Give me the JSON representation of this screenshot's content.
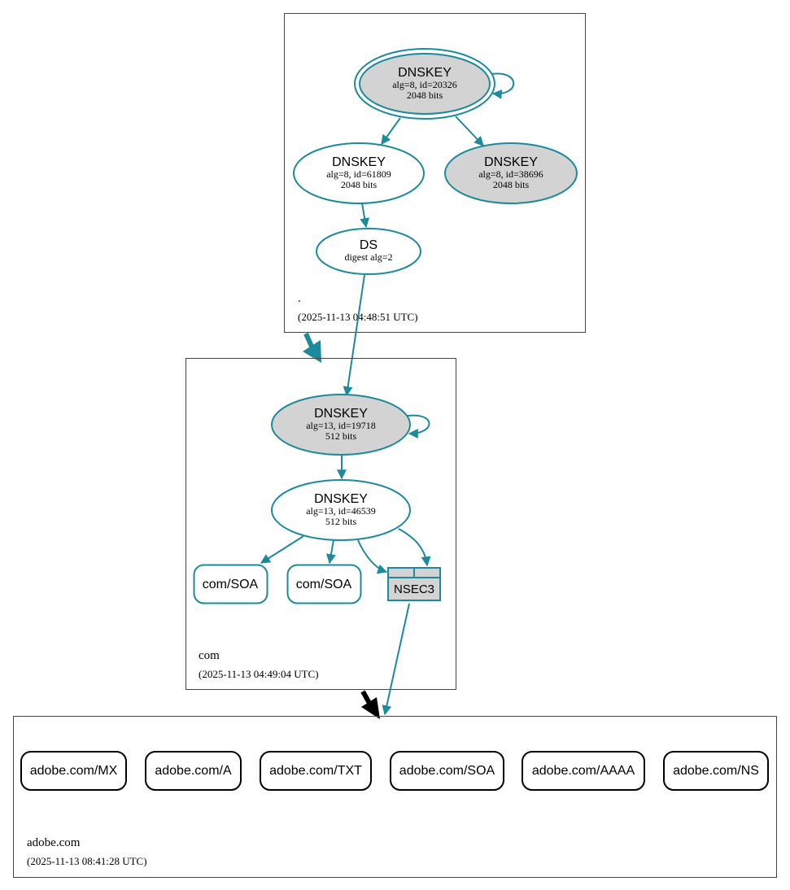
{
  "zones": {
    "root": {
      "name": ".",
      "timestamp": "(2025-11-13 04:48:51 UTC)"
    },
    "com": {
      "name": "com",
      "timestamp": "(2025-11-13 04:49:04 UTC)"
    },
    "adobe": {
      "name": "adobe.com",
      "timestamp": "(2025-11-13 08:41:28 UTC)"
    }
  },
  "nodes": {
    "root_ksk": {
      "title": "DNSKEY",
      "line1": "alg=8, id=20326",
      "line2": "2048 bits"
    },
    "root_zsk": {
      "title": "DNSKEY",
      "line1": "alg=8, id=61809",
      "line2": "2048 bits"
    },
    "root_key3": {
      "title": "DNSKEY",
      "line1": "alg=8, id=38696",
      "line2": "2048 bits"
    },
    "ds": {
      "title": "DS",
      "line1": "digest alg=2"
    },
    "com_ksk": {
      "title": "DNSKEY",
      "line1": "alg=13, id=19718",
      "line2": "512 bits"
    },
    "com_zsk": {
      "title": "DNSKEY",
      "line1": "alg=13, id=46539",
      "line2": "512 bits"
    },
    "com_soa1": {
      "label": "com/SOA"
    },
    "com_soa2": {
      "label": "com/SOA"
    },
    "nsec3": {
      "label": "NSEC3"
    }
  },
  "records": [
    {
      "label": "adobe.com/MX"
    },
    {
      "label": "adobe.com/A"
    },
    {
      "label": "adobe.com/TXT"
    },
    {
      "label": "adobe.com/SOA"
    },
    {
      "label": "adobe.com/AAAA"
    },
    {
      "label": "adobe.com/NS"
    }
  ],
  "colors": {
    "edge": "#1b8a9c",
    "secure_fill": "#d3d3d3",
    "zone_border": "#444444",
    "delegation_insecure": "#000000"
  }
}
